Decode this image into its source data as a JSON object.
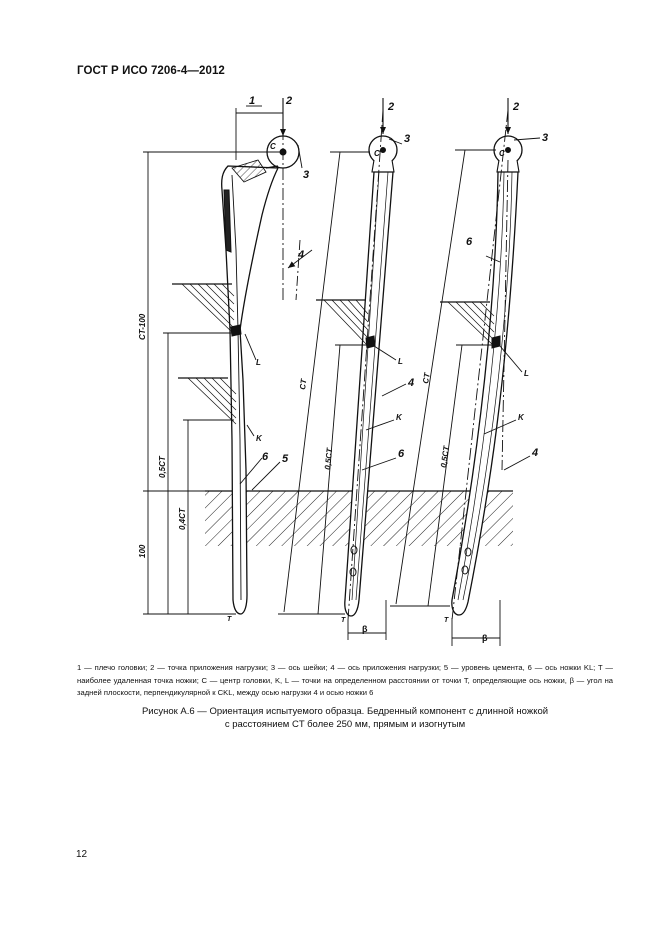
{
  "header": {
    "standard": "ГОСТ Р ИСО 7206-4—2012"
  },
  "figure": {
    "callouts": {
      "c1": "1",
      "c2": "2",
      "c3": "3",
      "c4": "4",
      "c5": "5",
      "c6": "6"
    },
    "points": {
      "C": "C",
      "L": "L",
      "K": "K",
      "T": "T"
    },
    "dims": {
      "ct100": "CT-100",
      "ct": "CT",
      "half_ct": "0,5CT",
      "point4_ct": "0,4CT",
      "d100": "100",
      "beta": "β"
    }
  },
  "legend": {
    "text": "1 — плечо головки; 2 — точка приложения нагрузки; 3 — ось шейки; 4 — ось приложения нагрузки; 5 — уровень цемента, 6 — ось ножки KL; T — наиболее удаленная точка ножки; C — центр головки, K, L — точки на определенном расстоянии от точки T, определяющие ось ножки, β — угол на задней плоскости, перпендикулярной к CKL, между осью нагрузки 4 и осью ножки 6"
  },
  "caption": {
    "line1": "Рисунок А.6 — Ориентация испытуемого образца. Бедренный компонент с длинной ножкой",
    "line2": "с расстоянием CT более 250 мм, прямым и изогнутым"
  },
  "page": {
    "number": "12"
  }
}
